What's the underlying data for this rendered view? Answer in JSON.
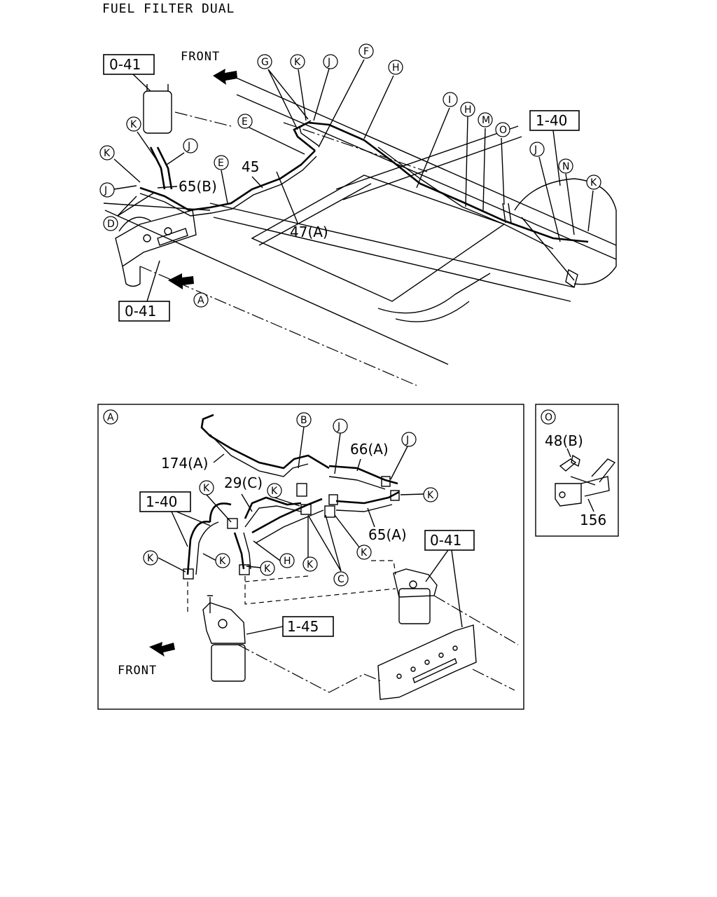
{
  "title": "FUEL FILTER DUAL",
  "labels": {
    "front": "FRONT",
    "ref_041": "0-41",
    "ref_140": "1-40",
    "ref_145": "1-45",
    "p45": "45",
    "p47a": "47(A)",
    "p65b": "65(B)",
    "p174a": "174(A)",
    "p29c": "29(C)",
    "p66a": "66(A)",
    "p65a": "65(A)",
    "p48b": "48(B)",
    "p156": "156"
  },
  "callouts": {
    "A": "A",
    "B": "B",
    "C": "C",
    "D": "D",
    "E": "E",
    "F": "F",
    "G": "G",
    "H": "H",
    "I": "I",
    "J": "J",
    "K": "K",
    "M": "M",
    "N": "N",
    "O": "O"
  }
}
